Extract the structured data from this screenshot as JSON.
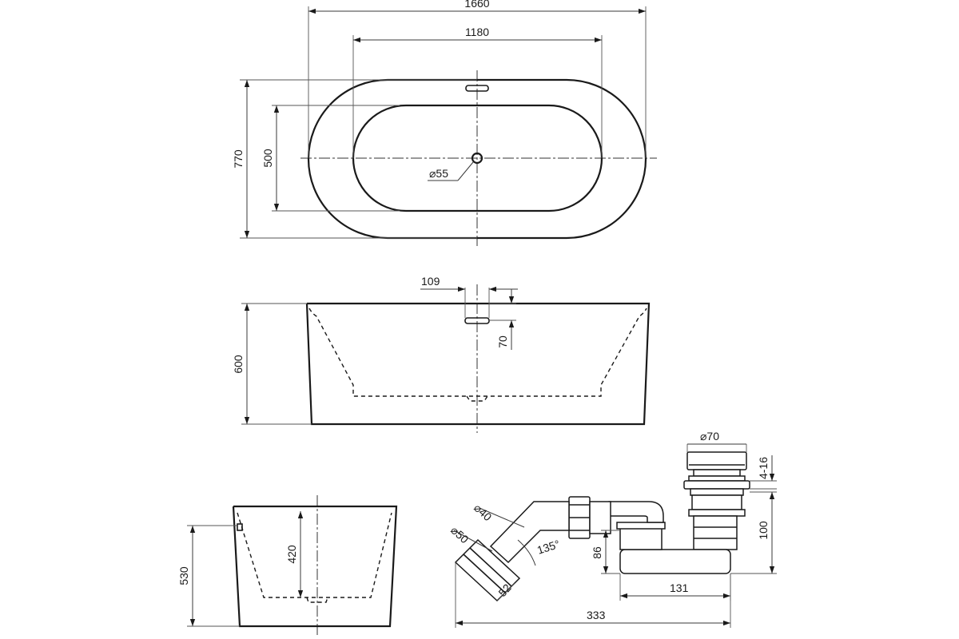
{
  "top_view": {
    "overall_length": "1660",
    "inner_length": "1180",
    "overall_width": "770",
    "inner_width": "500",
    "drain_diameter": "⌀55"
  },
  "front_view": {
    "overflow_width": "109",
    "overflow_height": "70",
    "height": "600"
  },
  "side_view": {
    "overflow_height": "530",
    "depth": "420"
  },
  "siphon": {
    "plug_diameter": "⌀70",
    "deck_thickness": "4-16",
    "pipe_diameter_inner": "⌀40",
    "pipe_diameter_outer": "⌀50",
    "angle": "135°",
    "outlet_length": "52",
    "trap_height": "86",
    "body_height": "100",
    "trap_length": "131",
    "total_length": "333"
  }
}
